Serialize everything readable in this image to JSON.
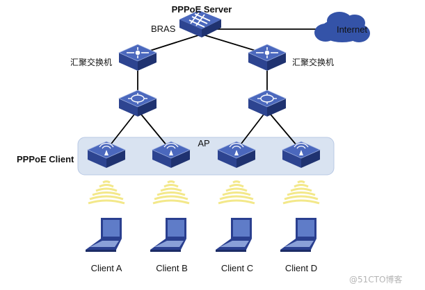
{
  "server_label": "PPPoE Server",
  "bras_label": "BRAS",
  "internet_label": "Internet",
  "aggregation_left_label": "汇聚交换机",
  "aggregation_right_label": "汇聚交换机",
  "ap_group_label": "AP",
  "pppoe_client_label": "PPPoE Client",
  "clients": [
    "Client A",
    "Client B",
    "Client C",
    "Client D"
  ],
  "watermark": "@51CTO博客",
  "colors": {
    "device_top": "#3a55a8",
    "device_side": "#1f3270",
    "cloud": "#3453a8",
    "ap_region": "#d9e3f1",
    "link": "#000000",
    "signal": "#f3e88a",
    "laptop": "#2a3f8f"
  },
  "icons": {
    "bras": "router-icon",
    "aggregation": "aggregation-switch-icon",
    "access": "access-switch-icon",
    "ap": "access-point-icon",
    "wireless": "wireless-signal-icon",
    "client": "laptop-icon",
    "internet": "cloud-icon"
  }
}
